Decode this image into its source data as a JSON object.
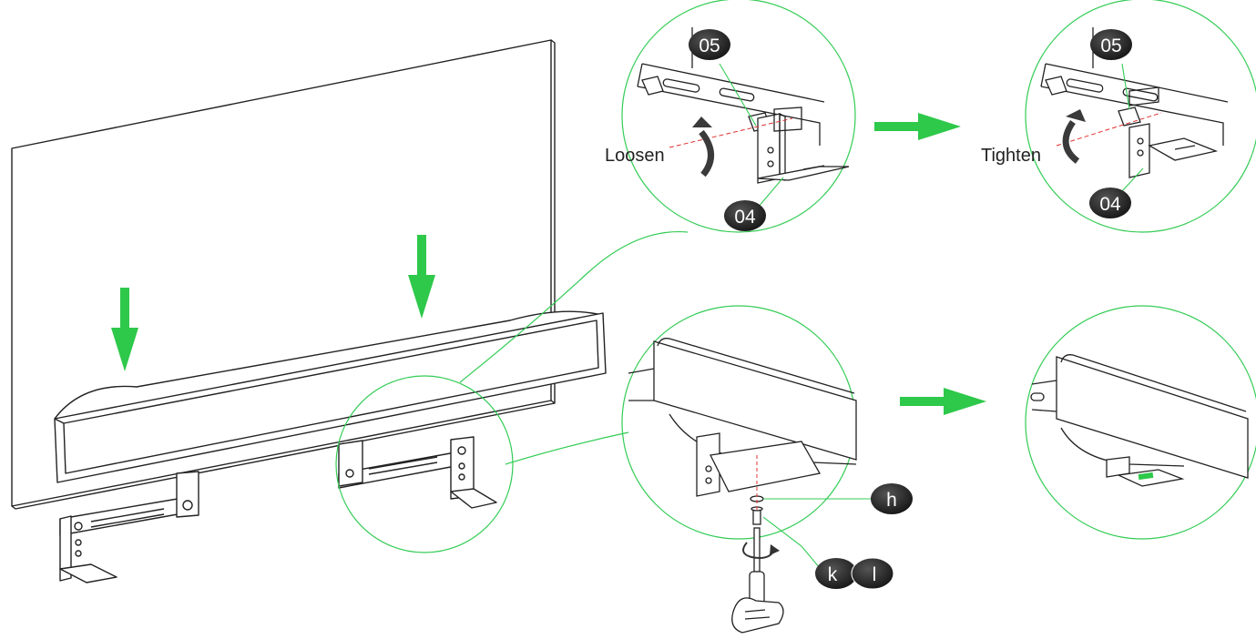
{
  "labels": {
    "loosen": "Loosen",
    "tighten": "Tighten"
  },
  "badges": {
    "part_05_a": "05",
    "part_04_a": "04",
    "part_05_b": "05",
    "part_04_b": "04",
    "part_h": "h",
    "part_k": "k",
    "part_l": "l"
  },
  "colors": {
    "arrow_green": "#2ec84a",
    "callout_green": "#33cc55",
    "line": "#222222",
    "badge_fill": "#2a2a2a",
    "axis_red": "#e03030"
  }
}
